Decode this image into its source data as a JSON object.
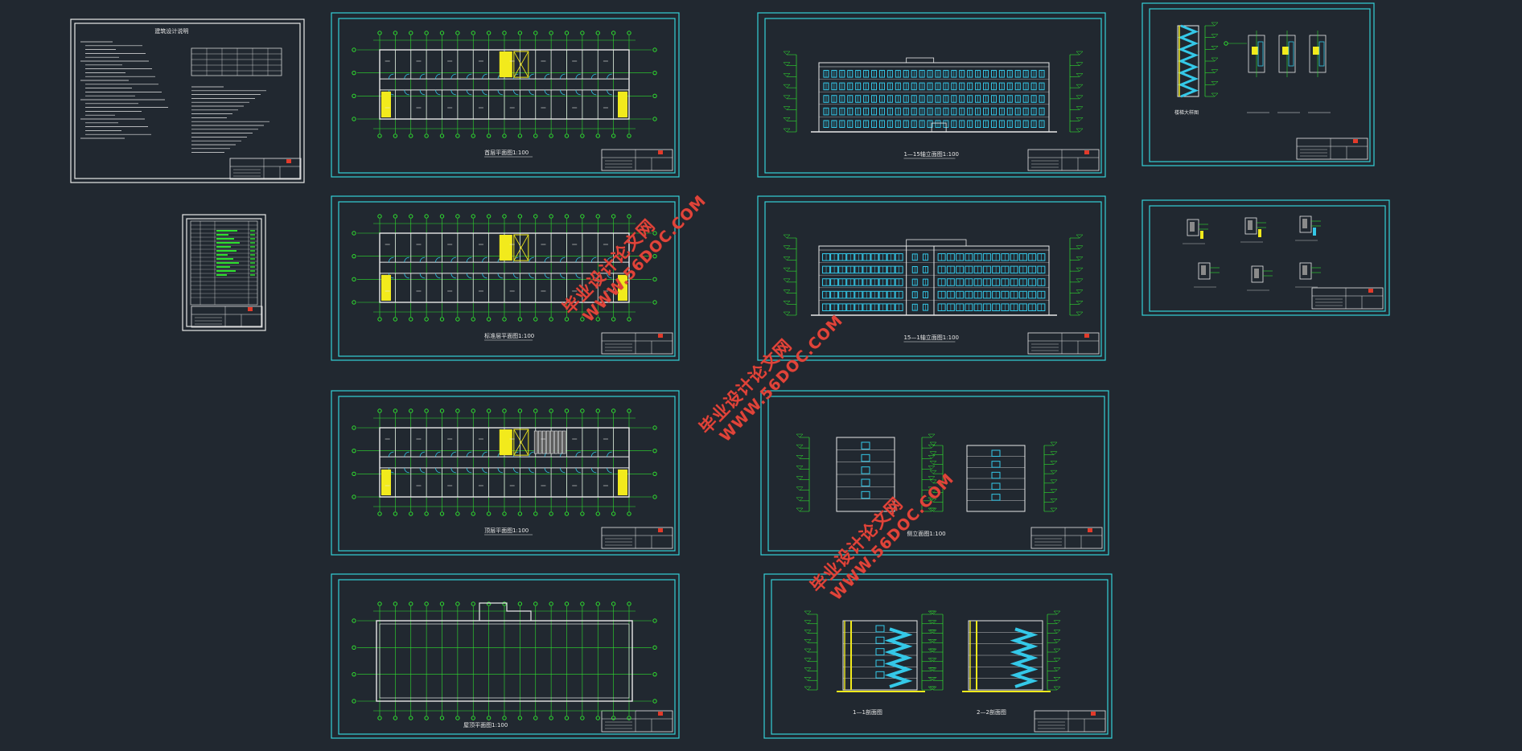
{
  "viewer": {
    "background": "#212830",
    "colors": {
      "frame": "#35d0d8",
      "line": "#e8e8e8",
      "grid": "#2fe02f",
      "window": "#34c8e8",
      "stair": "#f2ea1c",
      "accent": "#e23a2a",
      "watermark": "#e0443a"
    }
  },
  "sheets": [
    {
      "id": "design-notes",
      "kind": "notes",
      "title": "建筑设计说明"
    },
    {
      "id": "drawing-index",
      "kind": "index",
      "title": ""
    },
    {
      "id": "ground-floor-plan",
      "kind": "plan",
      "caption": "首层平面图1:100"
    },
    {
      "id": "standard-floor-plan",
      "kind": "plan",
      "caption": "标准层平面图1:100"
    },
    {
      "id": "top-floor-plan",
      "kind": "plan",
      "caption": "顶层平面图1:100"
    },
    {
      "id": "roof-plan",
      "kind": "roof",
      "caption": "屋顶平面图1:100"
    },
    {
      "id": "front-elevation",
      "kind": "elevation-front",
      "caption": "1—15轴立面图1:100"
    },
    {
      "id": "rear-elevation",
      "kind": "elevation-rear",
      "caption": "15—1轴立面图1:100"
    },
    {
      "id": "side-elevations",
      "kind": "elevation-side",
      "caption": "侧立面图1:100"
    },
    {
      "id": "sections",
      "kind": "section",
      "caption_a": "1—1剖面图",
      "caption_b": "2—2剖面图"
    },
    {
      "id": "stair-details",
      "kind": "stair-detail",
      "caption": "楼梯大样图"
    },
    {
      "id": "wall-details",
      "kind": "details",
      "caption": ""
    }
  ],
  "watermarks": [
    {
      "line1": "毕业设计论文网",
      "line2": "WWW.56DOC.COM"
    },
    {
      "line1": "毕业设计论文网",
      "line2": "WWW.56DOC.COM"
    },
    {
      "line1": "毕业设计论文网",
      "line2": "WWW.56DOC.COM"
    }
  ]
}
